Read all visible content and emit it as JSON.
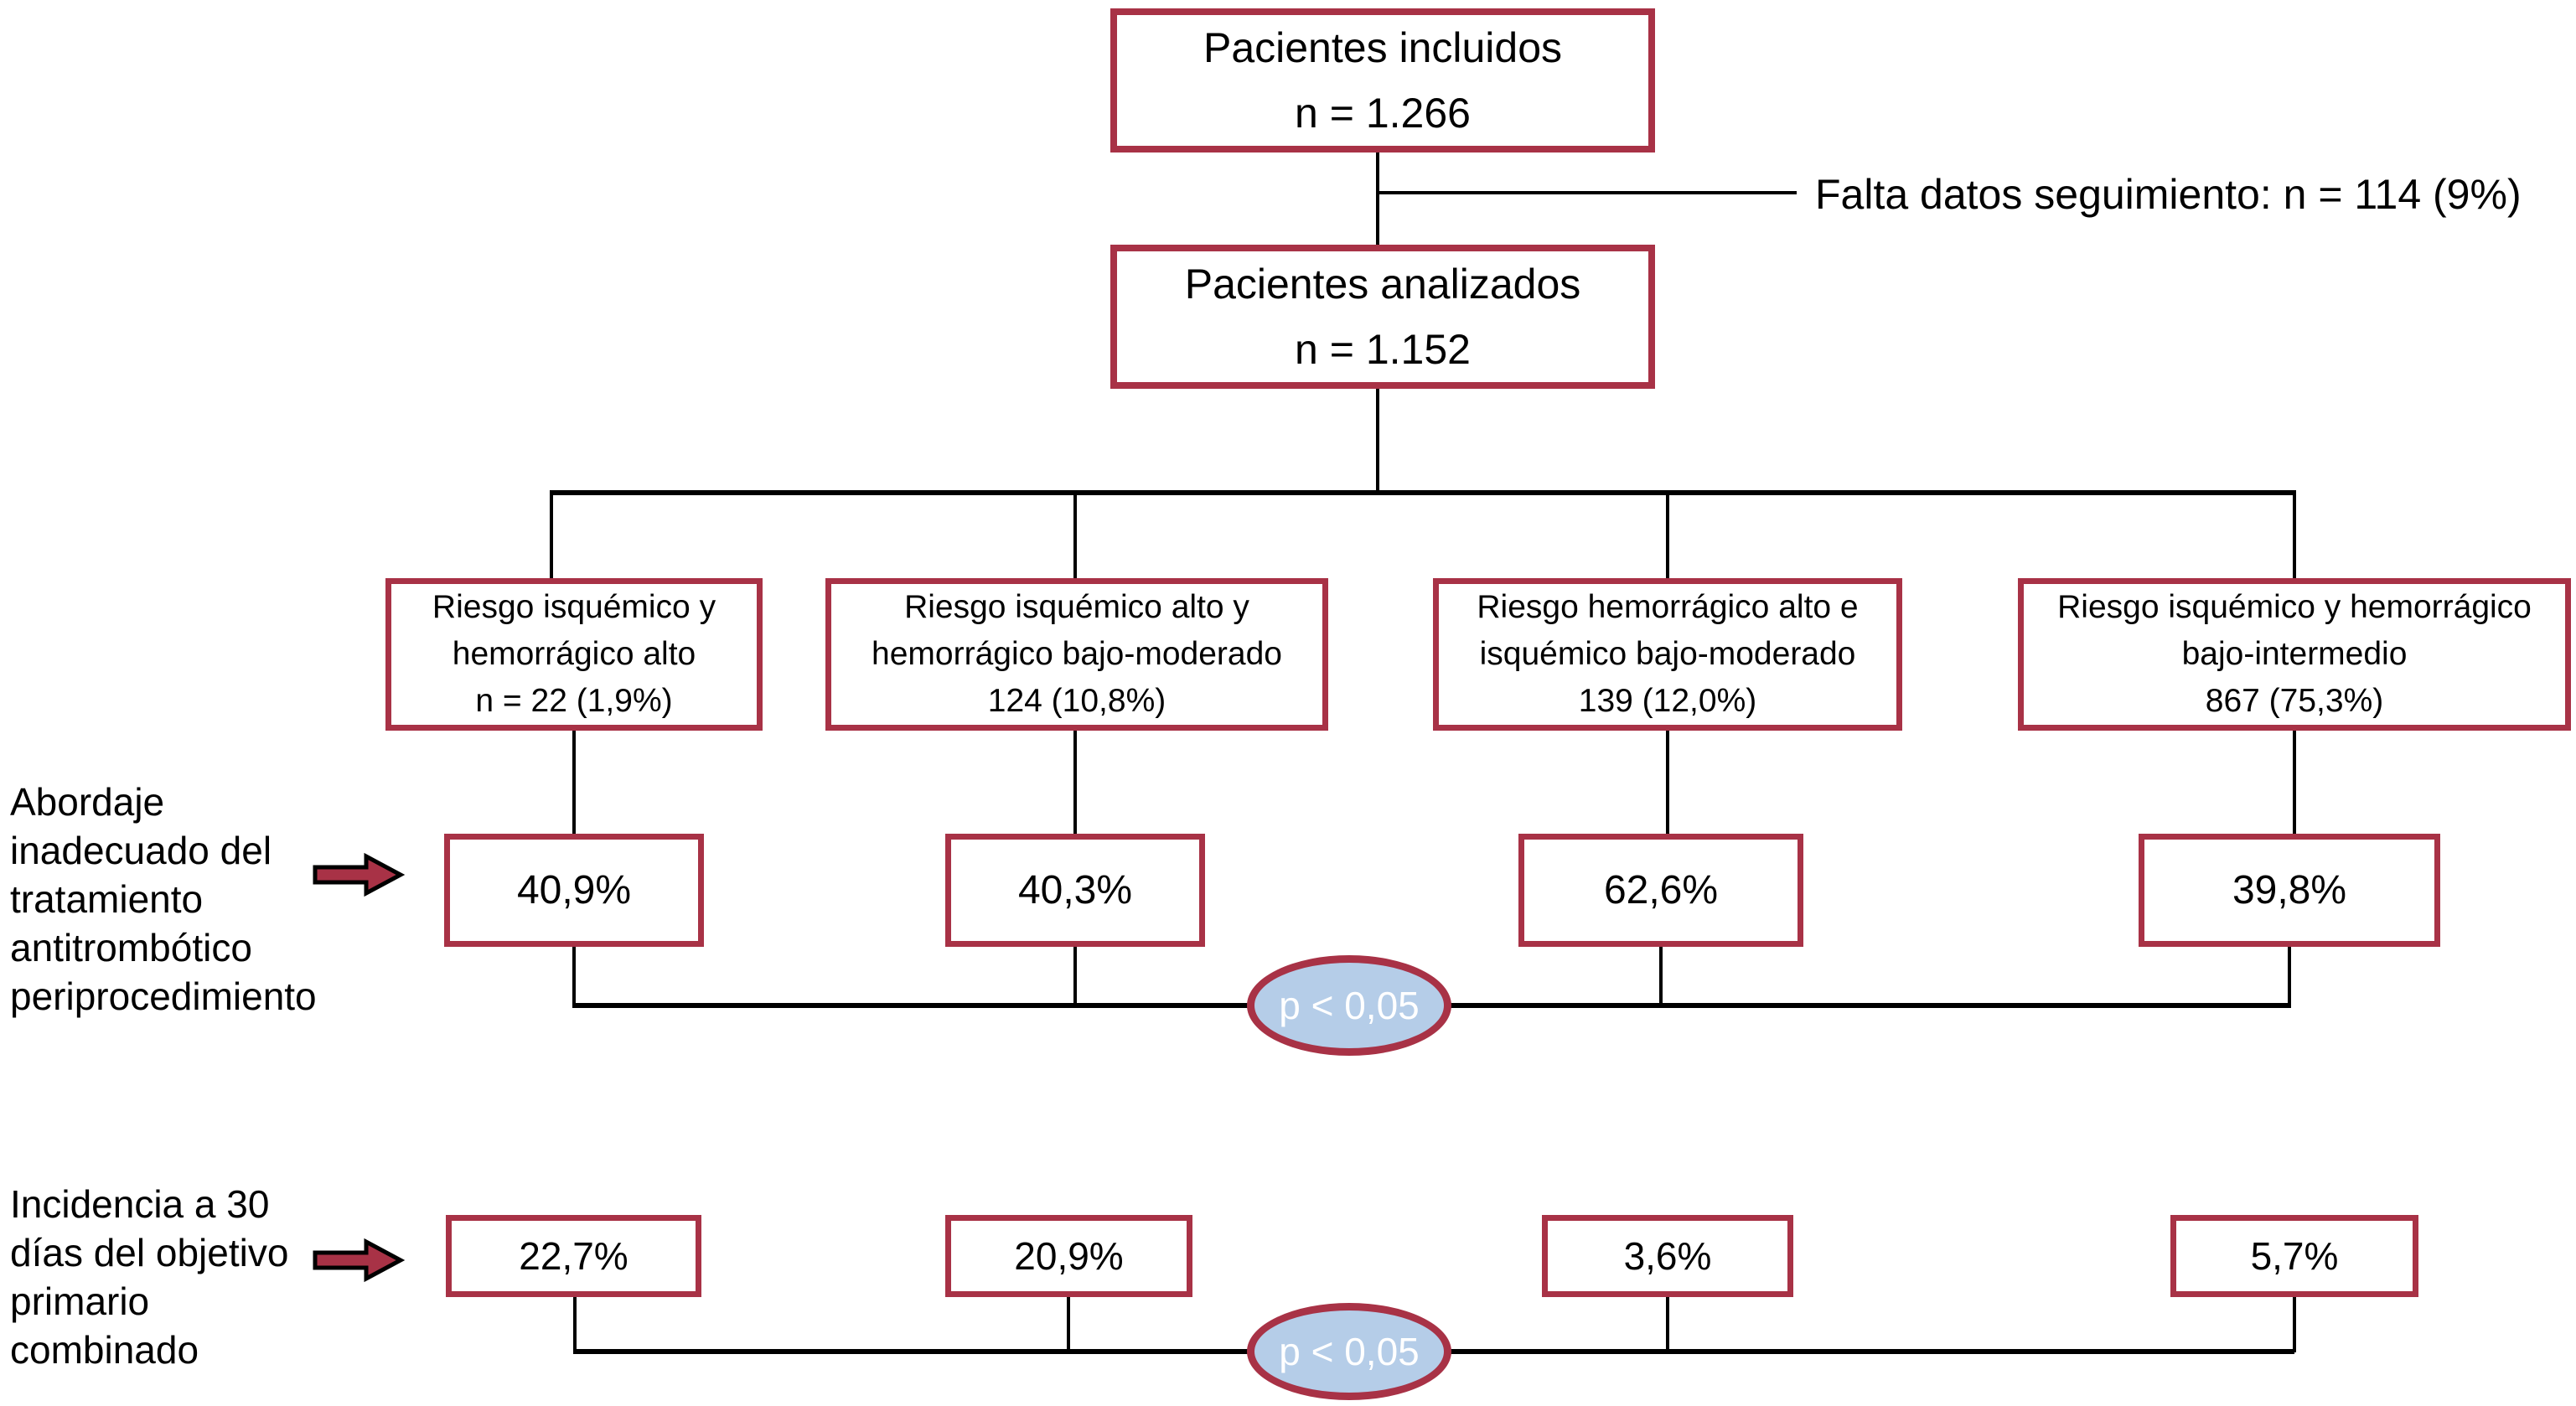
{
  "colors": {
    "box_border": "#A83246",
    "ellipse_fill": "#B5CDE8",
    "ellipse_text": "#FFFFFF",
    "connector": "#000000",
    "text": "#000000",
    "background": "#FFFFFF"
  },
  "flow": {
    "included": {
      "line1": "Pacientes incluidos",
      "line2": "n = 1.266"
    },
    "excluded_note": "Falta datos seguimiento: n = 114 (9%)",
    "analyzed": {
      "line1": "Pacientes analizados",
      "line2": "n = 1.152"
    },
    "branches": [
      {
        "line1": "Riesgo isquémico y",
        "line2": "hemorrágico alto",
        "line3": "n = 22 (1,9%)"
      },
      {
        "line1": "Riesgo isquémico alto y",
        "line2": "hemorrágico bajo-moderado",
        "line3": "124 (10,8%)"
      },
      {
        "line1": "Riesgo hemorrágico alto e",
        "line2": "isquémico bajo-moderado",
        "line3": "139 (12,0%)"
      },
      {
        "line1": "Riesgo isquémico y hemorrágico",
        "line2": "bajo-intermedio",
        "line3": "867 (75,3%)"
      }
    ],
    "outcome_rows": [
      {
        "label_lines": [
          "Abordaje",
          "inadecuado del",
          "tratamiento",
          "antitrombótico",
          "periprocedimiento"
        ],
        "values": [
          "40,9%",
          "40,3%",
          "62,6%",
          "39,8%"
        ],
        "p_value": "p < 0,05"
      },
      {
        "label_lines": [
          "Incidencia a 30",
          "días del objetivo",
          "primario",
          "combinado"
        ],
        "values": [
          "22,7%",
          "20,9%",
          "3,6%",
          "5,7%"
        ],
        "p_value": "p < 0,05"
      }
    ]
  }
}
